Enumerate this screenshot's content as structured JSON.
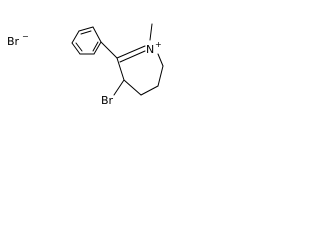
{
  "molecule": {
    "counter_ion": {
      "symbol": "Br",
      "charge": "−"
    },
    "nitrogen": {
      "symbol": "N",
      "charge": "+"
    },
    "bromine_substituent": {
      "symbol": "Br"
    }
  }
}
